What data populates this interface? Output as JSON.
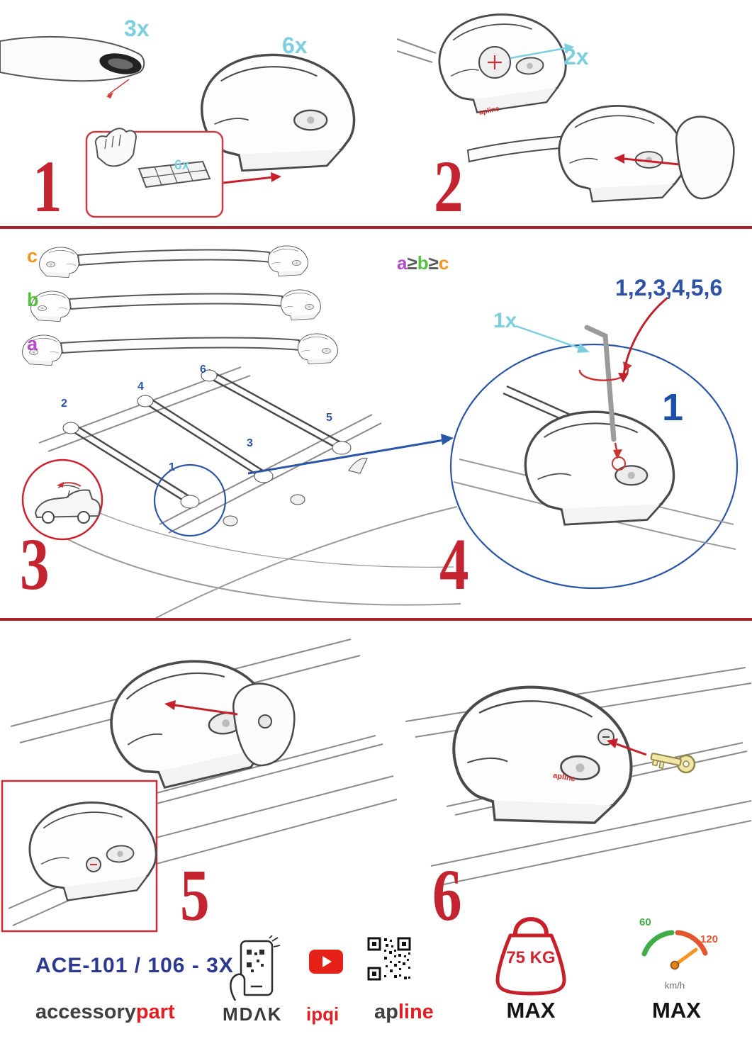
{
  "steps": {
    "one": {
      "number": "1",
      "bar_qty": "3x",
      "foot_qty": "6x",
      "pad_qty": "6x"
    },
    "two": {
      "number": "2",
      "knob_qty": "2x",
      "brand_label": "apline"
    },
    "three": {
      "number": "3",
      "bar_labels": {
        "c": "c",
        "b": "b",
        "a": "a"
      },
      "formula": {
        "a": "a",
        "ge1": "≥",
        "b": "b",
        "ge2": "≥",
        "c": "c"
      },
      "positions": {
        "p1": "1",
        "p2": "2",
        "p3": "3",
        "p4": "4",
        "p5": "5",
        "p6": "6"
      }
    },
    "four": {
      "number": "4",
      "sequence": "1,2,3,4,5,6",
      "tool_qty": "1x",
      "torque_step": "1"
    },
    "five": {
      "number": "5"
    },
    "six": {
      "number": "6",
      "brand_label": "apline"
    }
  },
  "footer": {
    "model": "ACE-101 / 106 - 3X",
    "brand1_part1": "accessory",
    "brand1_part2": "part",
    "brand2": "MDΛK",
    "brand3": "ipqi",
    "brand4_part1": "ap",
    "brand4_part2": "line",
    "weight_limit": "75 KG",
    "weight_max": "MAX",
    "speed_low": "60",
    "speed_high": "120",
    "speed_unit": "km/h",
    "speed_max": "MAX"
  },
  "colors": {
    "accent_red": "#C32430",
    "cyan": "#7CCFDF",
    "blue": "#2B56A8",
    "navy": "#2B3990",
    "orange": "#F7941D",
    "green": "#56C13E",
    "purple": "#B44BC8"
  }
}
